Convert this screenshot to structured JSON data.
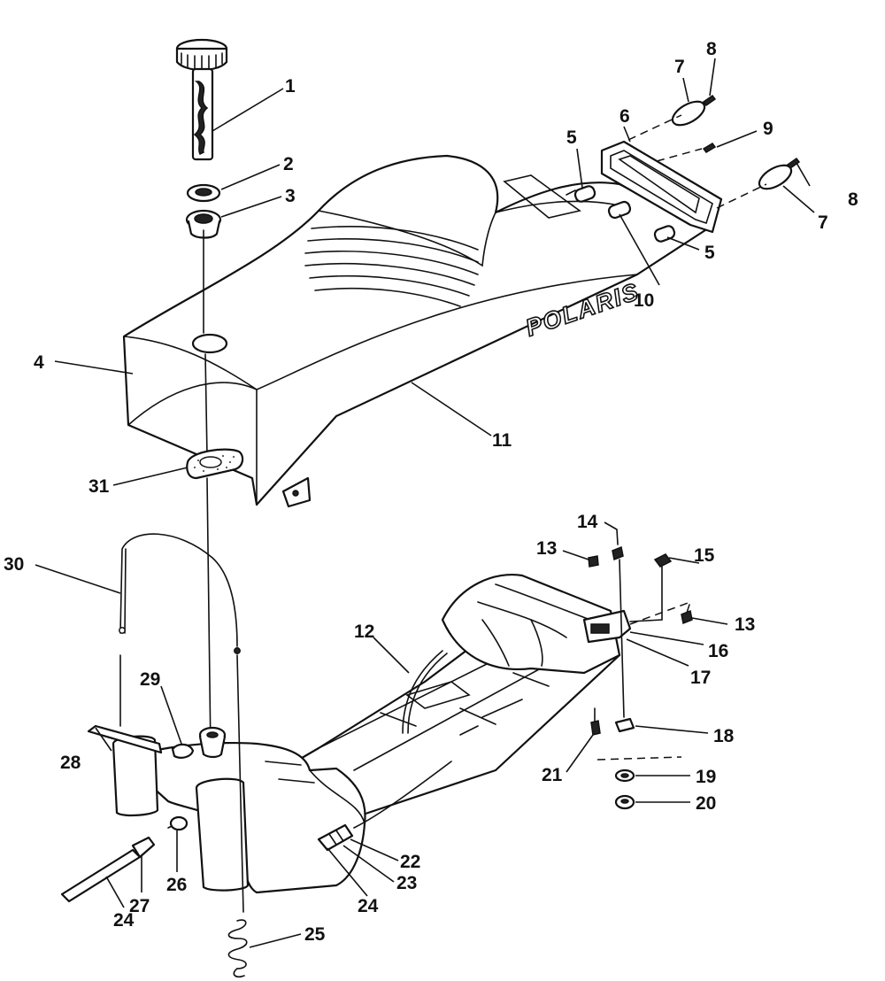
{
  "diagram": {
    "brand_text": "POLARIS",
    "callouts": [
      "1",
      "2",
      "3",
      "4",
      "5",
      "5",
      "6",
      "7",
      "7",
      "8",
      "8",
      "9",
      "10",
      "11",
      "12",
      "13",
      "13",
      "14",
      "15",
      "16",
      "17",
      "18",
      "19",
      "20",
      "21",
      "22",
      "23",
      "24",
      "24",
      "25",
      "26",
      "27",
      "28",
      "29",
      "30",
      "31"
    ]
  }
}
